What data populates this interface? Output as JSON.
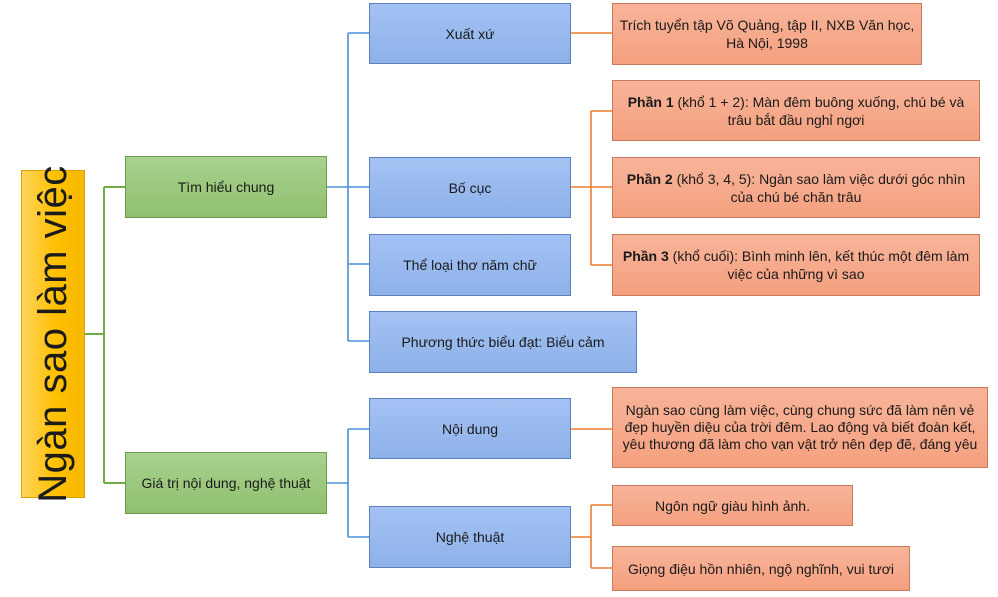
{
  "colors": {
    "root_fill": "#ffc000",
    "level1_fill": "#a9d18e",
    "level2_fill": "#a4c2f4",
    "level3_fill": "#f4a07f",
    "green_line": "#70ad47",
    "blue_line": "#4a90d9",
    "orange_line": "#ed7d31"
  },
  "root": {
    "title": "Ngàn sao làm việc"
  },
  "level1": {
    "general": "Tìm hiểu chung",
    "value": "Giá trị nội dung, nghệ thuật"
  },
  "level2": {
    "origin": "Xuất xứ",
    "layout": "Bố cục",
    "genre": "Thể loại thơ năm chữ",
    "mode": "Phương thức biểu đạt: Biểu cảm",
    "content": "Nội dung",
    "art": "Nghệ thuật"
  },
  "level3": {
    "origin_detail": "Trích tuyển tập Võ Quảng, tập II, NXB Văn học, Hà Nội, 1998",
    "part1_label": "Phần 1",
    "part1_text": " (khổ 1 + 2): Màn đêm buông xuống, chú bé và trâu bắt đầu nghỉ ngơi",
    "part2_label": "Phần 2",
    "part2_text": " (khổ 3, 4, 5): Ngàn sao làm việc dưới góc nhìn của chú bé chăn trâu",
    "part3_label": "Phần 3",
    "part3_text": " (khổ cuối): Bình minh lên, kết thúc một đêm làm việc của những vì sao",
    "content_detail": "Ngàn sao cùng làm việc, cùng chung sức đã làm nên vẻ đẹp huyền diệu của trời đêm. Lao động và biết đoàn kết, yêu thương đã làm cho vạn vật trở nên đẹp đẽ, đáng yêu",
    "art_detail_1": "Ngôn ngữ giàu hình ảnh.",
    "art_detail_2": "Giọng điệu hồn nhiên, ngộ nghĩnh, vui tươi"
  }
}
